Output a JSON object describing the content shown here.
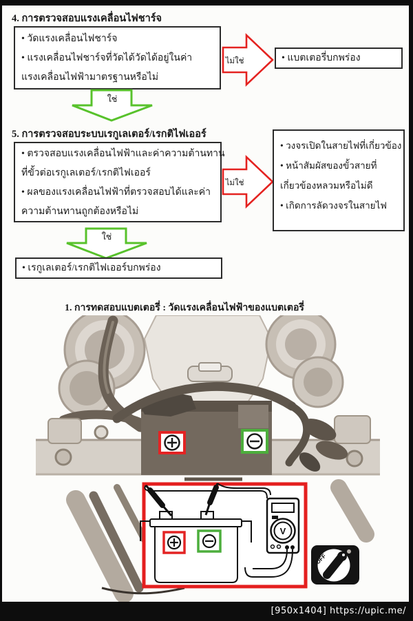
{
  "page": {
    "watermark": "[950x1404] https://upic.me/"
  },
  "flow": {
    "step4": {
      "title": "4. การตรวจสอบแรงเคลื่อนไฟชาร์จ",
      "box": [
        "• วัดแรงเคลื่อนไฟชาร์จ",
        "• แรงเคลื่อนไฟชาร์จที่วัดได้วัดได้อยู่ในค่า",
        "แรงเคลื่อนไฟฟ้ามาตรฐานหรือไม่"
      ],
      "no_label": "ไม่ใช่",
      "no_result": "• แบตเตอรี่บกพร่อง",
      "yes_label": "ใช่"
    },
    "step5": {
      "title": "5. การตรวจสอบระบบเรกูเลเตอร์/เรกติไฟเออร์",
      "box": [
        "• ตรวจสอบแรงเคลื่อนไฟฟ้าและค่าความต้านทาน",
        "ที่ขั้วต่อเรกูเลเตอร์/เรกติไฟเออร์",
        "• ผลของแรงเคลื่อนไฟฟ้าที่ตรวจสอบได้และค่า",
        "ความต้านทานถูกต้องหรือไม่"
      ],
      "no_label": "ไม่ใช่",
      "no_box": [
        "• วงจรเปิดในสายไฟที่เกี่ยวข้อง",
        "• หน้าสัมผัสของขั้วสายที่",
        "เกี่ยวข้องหลวมหรือไม่ดี",
        "• เกิดการลัดวงจรในสายไฟ"
      ],
      "yes_label": "ใช่",
      "yes_result": "• เรกูเลเตอร์/เรกติไฟเออร์บกพร่อง"
    }
  },
  "figure": {
    "caption": "1. การทดสอบแบตเตอรี่ : วัดแรงเคลื่อนไฟฟ้าของแบตเตอรี่",
    "positive_marker": "+",
    "negative_marker": "−",
    "voltmeter_label": "V",
    "ignition_label": "OFF"
  },
  "colors": {
    "yes_arrow_green": "#58c22c",
    "no_arrow_red": "#e42220",
    "positive_marker_red": "#e32424",
    "negative_marker_green": "#4cae3c",
    "inset_border_red": "#e41f1f"
  }
}
